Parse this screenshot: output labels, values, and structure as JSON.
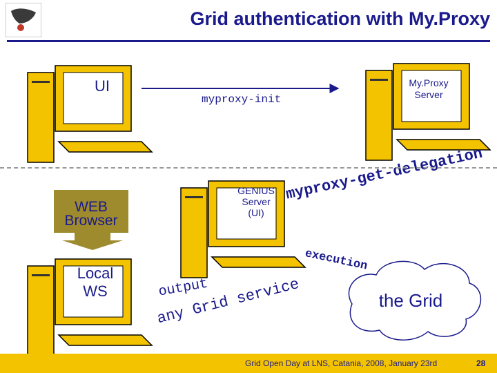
{
  "title": "Grid authentication with My.Proxy",
  "nodes": {
    "ui": "UI",
    "myproxy_server": "My.Proxy\nServer",
    "genius_server": "GENIUS\nServer\n(UI)",
    "web_browser": "WEB\nBrowser",
    "local_ws": "Local\nWS",
    "grid": "the Grid"
  },
  "edges": {
    "myproxy_init": "myproxy-init",
    "get_delegation": "myproxy-get-delegation",
    "execution": "execution",
    "output": "output",
    "grid_service": "any Grid service"
  },
  "footer": {
    "text": "Grid Open Day at LNS, Catania, 2008, January 23rd",
    "page": "28"
  },
  "colors": {
    "computer_yellow": "#f4c300",
    "text_blue": "#1a1a8c",
    "browser_bg": "#9e8b2e"
  }
}
